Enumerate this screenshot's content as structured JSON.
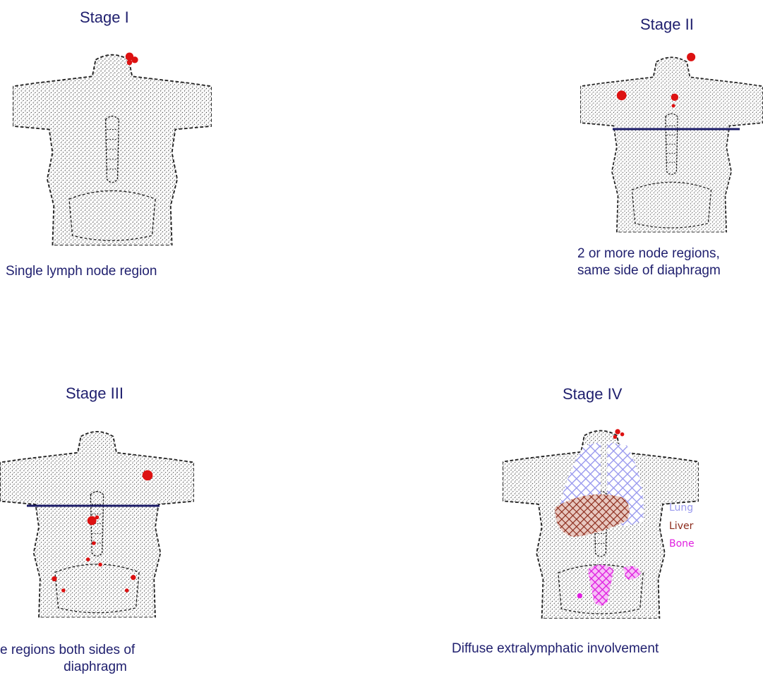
{
  "stages": [
    {
      "title": "Stage I",
      "caption_lines": [
        "Single lymph node region"
      ]
    },
    {
      "title": "Stage II",
      "caption_lines": [
        "2 or more node regions,",
        "same side of diaphragm"
      ]
    },
    {
      "title": "Stage III",
      "caption_lines": [
        "e regions both sides of",
        "diaphragm"
      ]
    },
    {
      "title": "Stage IV",
      "caption_lines": [
        "Diffuse extralymphatic involvement"
      ]
    }
  ],
  "legend": {
    "items": [
      {
        "label": "Lung",
        "color": "#9999ee"
      },
      {
        "label": "Liver",
        "color": "#8b2a1a"
      },
      {
        "label": "Bone",
        "color": "#e020e0"
      }
    ]
  },
  "colors": {
    "text": "#1f1f6e",
    "node": "#dd1111",
    "diaphragm": "#1a1a66",
    "body_outline": "#222222"
  }
}
